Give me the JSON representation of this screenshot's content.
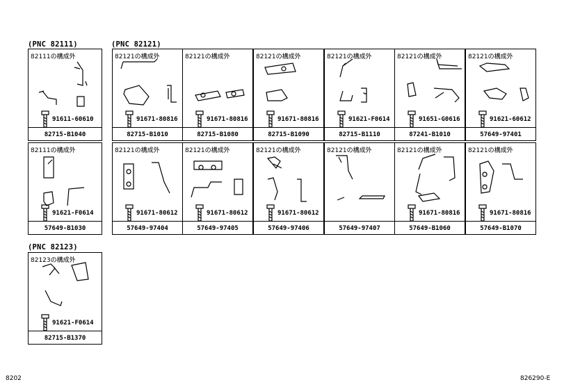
{
  "groups": [
    {
      "label": "(PNC 82111)"
    },
    {
      "label": "(PNC 82121)"
    },
    {
      "label": "(PNC 82123)"
    }
  ],
  "cells": [
    {
      "note": "82111の構成外",
      "bolt": "91611-60610",
      "part": "82715-B1040"
    },
    {
      "note": "82121の構成外",
      "bolt": "91671-80816",
      "part": "82715-B1010"
    },
    {
      "note": "82121の構成外",
      "bolt": "91671-80816",
      "part": "82715-B1080"
    },
    {
      "note": "82121の構成外",
      "bolt": "91671-80816",
      "part": "82715-B1090"
    },
    {
      "note": "82121の構成外",
      "bolt": "91621-F0614",
      "part": "82715-B1110"
    },
    {
      "note": "82121の構成外",
      "bolt": "91651-G0616",
      "part": "87241-B1010"
    },
    {
      "note": "82121の構成外",
      "bolt": "91621-60612",
      "part": "57649-97401"
    },
    {
      "note": "82111の構成外",
      "bolt": "91621-F0614",
      "part": "57649-B1030"
    },
    {
      "note": "82121の構成外",
      "bolt": "91671-80612",
      "part": "57649-97404"
    },
    {
      "note": "82121の構成外",
      "bolt": "91671-80612",
      "part": "57649-97405"
    },
    {
      "note": "82121の構成外",
      "bolt": "91671-80612",
      "part": "57649-97406"
    },
    {
      "note": "82121の構成外",
      "bolt": "",
      "part": "57649-97407"
    },
    {
      "note": "82121の構成外",
      "bolt": "91671-80816",
      "part": "57649-B1060"
    },
    {
      "note": "82121の構成外",
      "bolt": "91671-80816",
      "part": "57649-B1070"
    },
    {
      "note": "82123の構成外",
      "bolt": "91621-F0614",
      "part": "82715-B1370"
    }
  ],
  "footer": {
    "left": "8202",
    "right": "826290-E"
  },
  "icons": {
    "bolt": "hex-bolt-icon",
    "bracket": "bracket-icon"
  }
}
